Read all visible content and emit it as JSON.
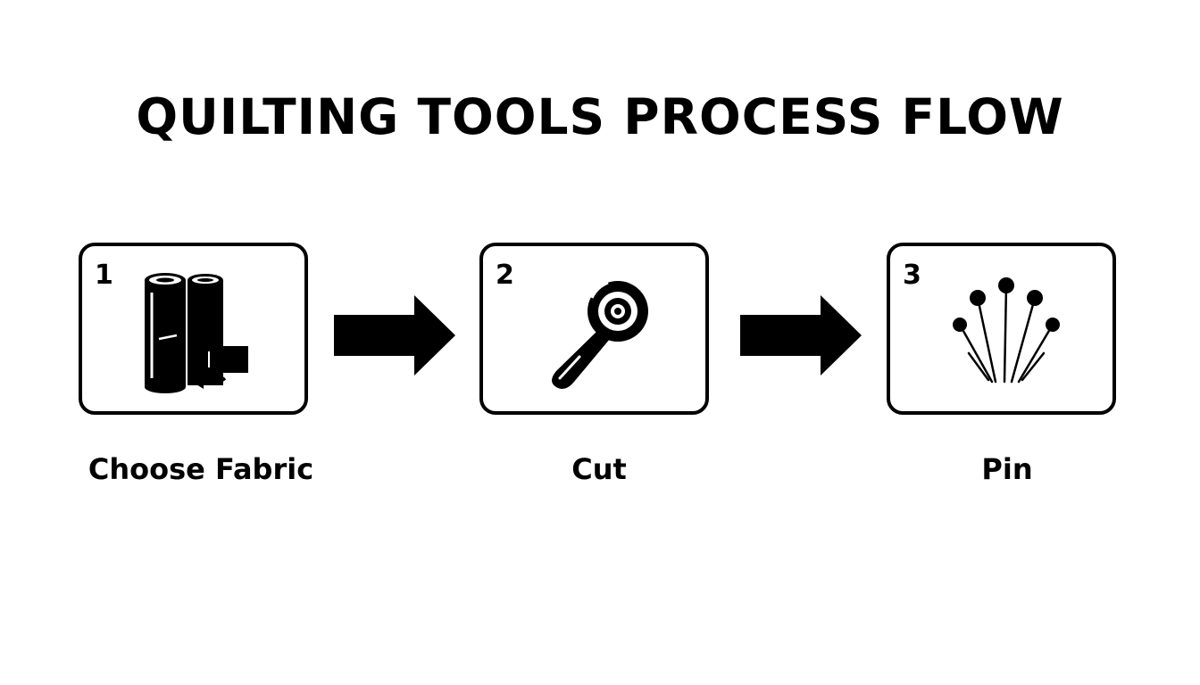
{
  "title": "QUILTING TOOLS PROCESS FLOW",
  "colors": {
    "ink": "#000000",
    "background": "#ffffff"
  },
  "steps": [
    {
      "number": "1",
      "label": "Choose Fabric",
      "icon": "fabric-rolls-icon"
    },
    {
      "number": "2",
      "label": "Cut",
      "icon": "rotary-cutter-icon"
    },
    {
      "number": "3",
      "label": "Pin",
      "icon": "pins-icon"
    }
  ],
  "connectors": [
    {
      "from": "1",
      "to": "2",
      "icon": "arrow-right-icon"
    },
    {
      "from": "2",
      "to": "3",
      "icon": "arrow-right-icon"
    }
  ]
}
